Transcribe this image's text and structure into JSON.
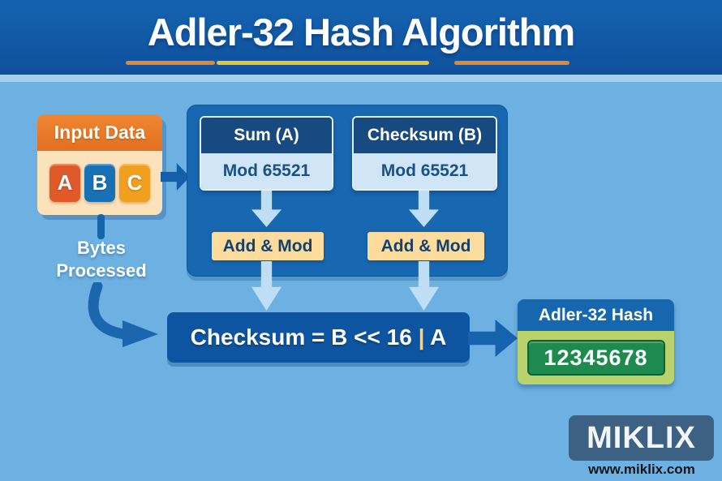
{
  "header": {
    "title": "Adler-32 Hash Algorithm"
  },
  "input_box": {
    "title": "Input Data",
    "tiles": [
      {
        "label": "A",
        "color": "#e0592a"
      },
      {
        "label": "B",
        "color": "#1971b5"
      },
      {
        "label": "C",
        "color": "#f0a01e"
      }
    ]
  },
  "pipeline": {
    "sum": {
      "title": "Sum (A)",
      "mod": "Mod 65521",
      "op": "Add & Mod"
    },
    "checksum": {
      "title": "Checksum (B)",
      "mod": "Mod 65521",
      "op": "Add & Mod"
    }
  },
  "bytes_label": {
    "line1": "Bytes",
    "line2": "Processed"
  },
  "formula": {
    "prefix": "Checksum = B << 16 ",
    "pipe": "|",
    "suffix": " A"
  },
  "result": {
    "title": "Adler-32 Hash",
    "value": "12345678"
  },
  "branding": {
    "logo": "MIKLIX",
    "url": "www.miklix.com"
  },
  "colors": {
    "header_bg": "#1360ae",
    "background": "#6db1e3",
    "divider": "#a6cfec",
    "underline_orange": "#e2882f",
    "underline_yellow": "#e3c832",
    "panel_bg": "#1767b1",
    "stage_header_bg": "#164a80",
    "stage_body_bg": "#d0e5f6",
    "op_box_bg": "#fcdc9d",
    "input_header_bg": "#ee8030",
    "input_body_bg": "#fbe2ba",
    "arrow_dark": "#1563ac",
    "arrow_light": "#bedef5",
    "formula_bg": "#0e55a1",
    "formula_pipe": "#f2d29c",
    "result_body_bg": "#b9d26c",
    "result_value_bg": "#1e8a4d",
    "logo_bg": "#3c6182"
  }
}
